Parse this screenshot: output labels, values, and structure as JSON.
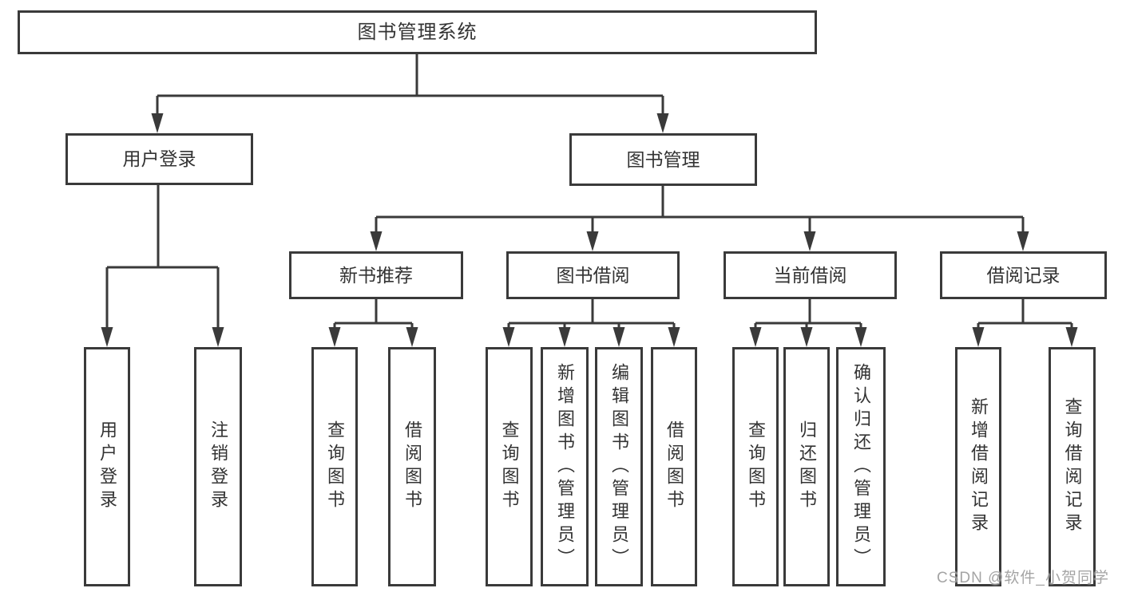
{
  "title": "图书管理系统",
  "colors": {
    "line": "#3a3a3a",
    "text": "#333333",
    "box_background": "#ffffff",
    "page_background": "#ffffff",
    "watermark": "#949494"
  },
  "watermark": {
    "text": "CSDN @软件_小贺同学"
  },
  "nodes": {
    "root": {
      "label": "图书管理系统"
    },
    "user_login": {
      "label": "用户登录"
    },
    "book_mgmt": {
      "label": "图书管理"
    },
    "new_book_rec": {
      "label": "新书推荐"
    },
    "book_borrow": {
      "label": "图书借阅"
    },
    "current_borrow": {
      "label": "当前借阅"
    },
    "borrow_records": {
      "label": "借阅记录"
    },
    "leaf_user_login": {
      "label": "用户登录"
    },
    "leaf_logout": {
      "label": "注销登录"
    },
    "nb_query_books": {
      "label": "查询图书"
    },
    "nb_borrow_books": {
      "label": "借阅图书"
    },
    "bb_query_books": {
      "label": "查询图书"
    },
    "bb_add_books": {
      "label": "新增图书（管理员）"
    },
    "bb_edit_books": {
      "label": "编辑图书（管理员）"
    },
    "bb_borrow_books": {
      "label": "借阅图书"
    },
    "cb_query_books": {
      "label": "查询图书"
    },
    "cb_return_books": {
      "label": "归还图书"
    },
    "cb_confirm_return": {
      "label": "确认归还（管理员）"
    },
    "br_add_record": {
      "label": "新增借阅记录"
    },
    "br_query_record": {
      "label": "查询借阅记录"
    }
  },
  "edges": [
    {
      "from": "root",
      "to": "user_login"
    },
    {
      "from": "root",
      "to": "book_mgmt"
    },
    {
      "from": "user_login",
      "to": "leaf_user_login"
    },
    {
      "from": "user_login",
      "to": "leaf_logout"
    },
    {
      "from": "book_mgmt",
      "to": "new_book_rec"
    },
    {
      "from": "book_mgmt",
      "to": "book_borrow"
    },
    {
      "from": "book_mgmt",
      "to": "current_borrow"
    },
    {
      "from": "book_mgmt",
      "to": "borrow_records"
    },
    {
      "from": "new_book_rec",
      "to": "nb_query_books"
    },
    {
      "from": "new_book_rec",
      "to": "nb_borrow_books"
    },
    {
      "from": "book_borrow",
      "to": "bb_query_books"
    },
    {
      "from": "book_borrow",
      "to": "bb_add_books"
    },
    {
      "from": "book_borrow",
      "to": "bb_edit_books"
    },
    {
      "from": "book_borrow",
      "to": "bb_borrow_books"
    },
    {
      "from": "current_borrow",
      "to": "cb_query_books"
    },
    {
      "from": "current_borrow",
      "to": "cb_return_books"
    },
    {
      "from": "current_borrow",
      "to": "cb_confirm_return"
    },
    {
      "from": "borrow_records",
      "to": "br_add_record"
    },
    {
      "from": "borrow_records",
      "to": "br_query_record"
    }
  ]
}
